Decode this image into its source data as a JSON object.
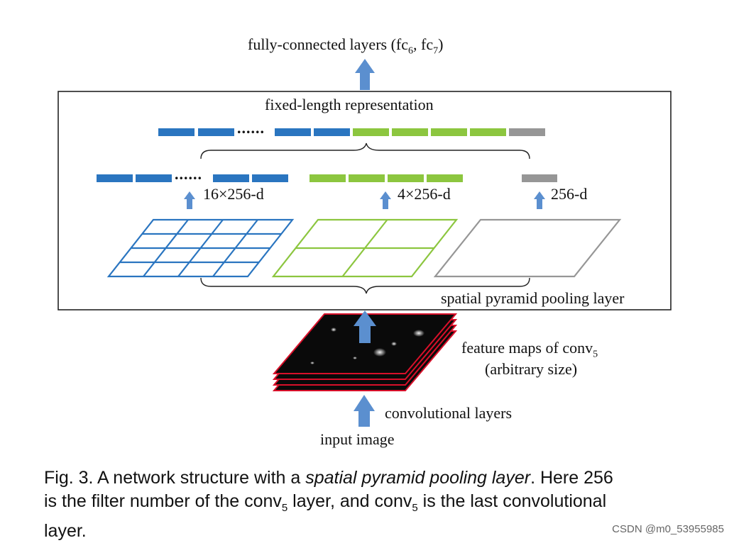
{
  "diagram": {
    "top_label_text": "fully-connected layers (fc",
    "top_label_sub1": "6",
    "top_label_mid": ", fc",
    "top_label_sub2": "7",
    "top_label_end": ")",
    "fixed_length_label": "fixed-length representation",
    "dots": "......",
    "level_labels": [
      "16×256-d",
      "4×256-d",
      "256-d"
    ],
    "spp_label": "spatial pyramid pooling layer",
    "feature_maps_line1_text": "feature maps of conv",
    "feature_maps_line1_sub": "5",
    "feature_maps_line2": "(arbitrary size)",
    "conv_label": "convolutional layers",
    "input_label": "input image",
    "colors": {
      "blue": "#2a75c0",
      "green": "#8cc63f",
      "gray": "#969696",
      "arrow": "#5b8fcf",
      "red_edge": "#d8102a"
    }
  },
  "caption": {
    "fig": "Fig. 3.",
    "text1": " A network structure with a ",
    "italic": "spatial pyramid pooling layer",
    "text2": ". Here 256",
    "line2_a": "is the filter number of the conv",
    "sub_a": "5",
    "line2_b": " layer, and conv",
    "sub_b": "5",
    "line2_c": " is the last convolutional",
    "line3": "layer."
  },
  "watermark": "CSDN @m0_53955985"
}
